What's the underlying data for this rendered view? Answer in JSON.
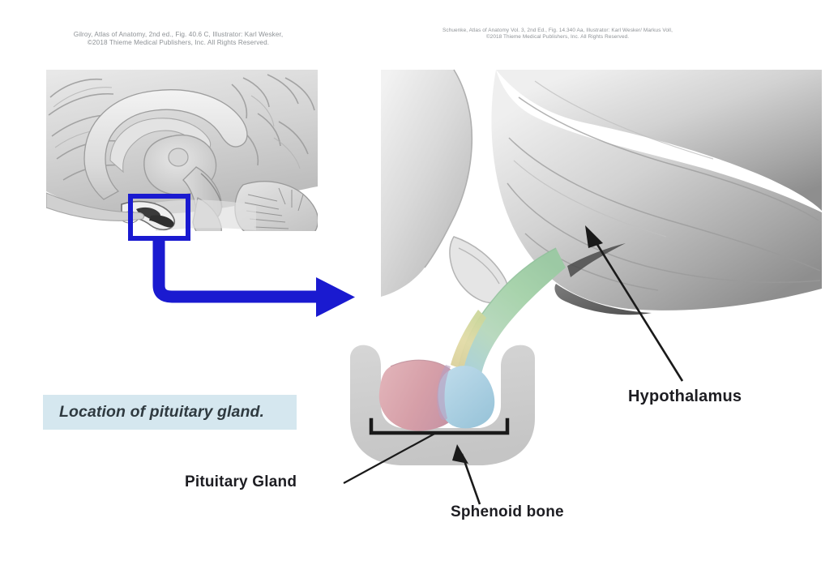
{
  "slide": {
    "background_color": "#ffffff",
    "title_visible": false
  },
  "attributions": {
    "left": {
      "line1": "Gilroy, Atlas of Anatomy, 2nd ed., Fig. 40.6 C, Illustrator: Karl Wesker,",
      "line2": "©2018 Thieme Medical Publishers, Inc. All Rights Reserved.",
      "color": "#8e9296"
    },
    "right": {
      "line1": "Schuenke, Atlas of Anatomy Vol. 3, 2nd Ed., Fig. 14.340 Aa, Illustrator: Karl Wesker/ Markus Voll,",
      "line2": "©2018 Thieme Medical Publishers, Inc. All Rights Reserved.",
      "color": "#8e9296"
    }
  },
  "caption": {
    "text": "Location of pituitary gland.",
    "background_color": "#d5e7ef",
    "text_color": "#2f3a40"
  },
  "labels": {
    "hypothalamus": "Hypothalamus",
    "pituitary_gland": "Pituitary Gland",
    "sphenoid_bone": "Sphenoid bone",
    "color": "#1d1d22"
  },
  "figures": {
    "brain_inset": {
      "name": "midsagittal-brain-section",
      "highlight_box_color": "#1a1ad0",
      "grayscale": true
    },
    "arrow": {
      "name": "zoom-arrow",
      "color": "#1a1ad0",
      "direction": "right"
    },
    "pituitary_detail": {
      "name": "pituitary-region-detail",
      "anterior_lobe_color": "#d8a3ab",
      "posterior_lobe_color": "#a9cfe0",
      "infundibulum_color": "#a9d5b0",
      "sella_turcica_color": "#cfcfcf",
      "bracket_color": "#1a1a1a",
      "leader_line_color": "#1a1a1a"
    }
  }
}
